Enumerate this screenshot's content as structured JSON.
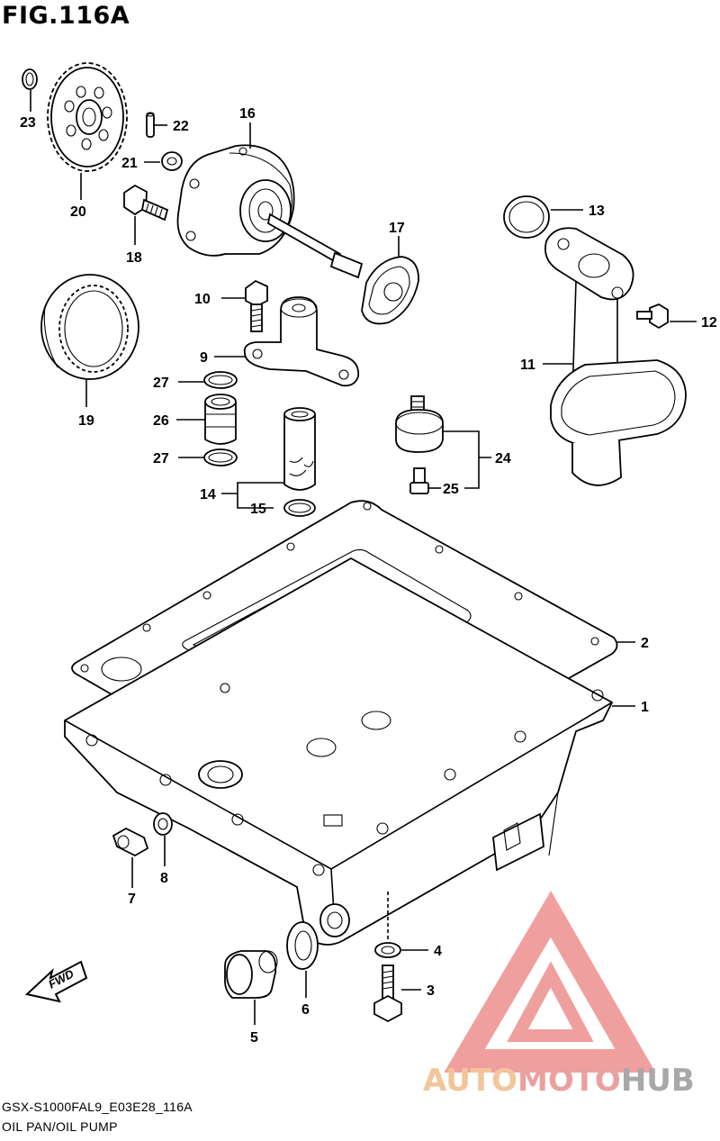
{
  "figure": {
    "title": "FIG.116A",
    "code": "GSX-S1000FAL9_E03E28_116A",
    "description": "OIL PAN/OIL PUMP"
  },
  "watermark": {
    "part1": "AUTO",
    "part2": "MOTO",
    "part3": "HUB",
    "colors": {
      "auto": "#f2c59a",
      "moto": "#eba0a0",
      "hub": "#a8a8a8",
      "logo": "#ee8f8f"
    }
  },
  "direction_arrow": {
    "label": "FWD"
  },
  "callouts": {
    "c1": "1",
    "c2": "2",
    "c3": "3",
    "c4": "4",
    "c5": "5",
    "c6": "6",
    "c7": "7",
    "c8": "8",
    "c9": "9",
    "c10": "10",
    "c11": "11",
    "c12": "12",
    "c13": "13",
    "c14": "14",
    "c15": "15",
    "c16": "16",
    "c17": "17",
    "c18": "18",
    "c19": "19",
    "c20": "20",
    "c21": "21",
    "c22": "22",
    "c23": "23",
    "c24": "24",
    "c25": "25",
    "c26": "26",
    "c27a": "27",
    "c27b": "27"
  }
}
